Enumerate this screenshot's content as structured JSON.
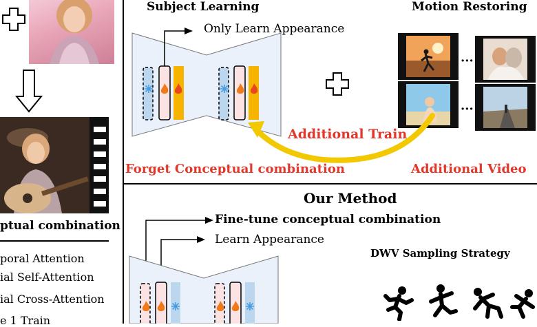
{
  "left": {
    "caption": "ptual combination",
    "legend": [
      "poral Attention",
      "ial Self-Attention",
      "ial Cross-Attention",
      "e 1 Train"
    ]
  },
  "top": {
    "subject_title": "Subject Learning",
    "motion_title": "Motion Restoring",
    "only_learn": "Only Learn Appearance",
    "additional_train": "Additional  Train",
    "forget": "Forget Conceptual combination",
    "additional_video": "Additional Video"
  },
  "bottom": {
    "title": "Our Method",
    "finetune": "Fine-tune conceptual combination",
    "learn": "Learn Appearance",
    "dwv": "DWV Sampling Strategy"
  },
  "colors": {
    "accent_red": "#e3372c",
    "arrow_yellow": "#f2c800",
    "unet_fill": "#eaf1fb",
    "block_yellow": "#f6b400",
    "block_pink": "#fbe3e3",
    "block_blue": "#bcd6ee"
  },
  "icons": [
    "plus-icon",
    "fire-icon",
    "snowflake-icon",
    "down-arrow-icon",
    "running-figure-icon"
  ]
}
